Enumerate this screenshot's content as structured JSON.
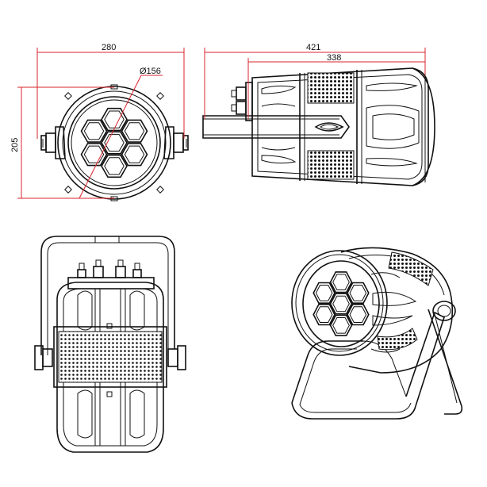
{
  "dimensions": {
    "width_front": "280",
    "height_front": "205",
    "lens_diameter": "Ø156",
    "length_total": "421",
    "length_body": "338"
  },
  "colors": {
    "dimension_line": "#d9252e",
    "outline": "#111111",
    "background": "#ffffff"
  }
}
